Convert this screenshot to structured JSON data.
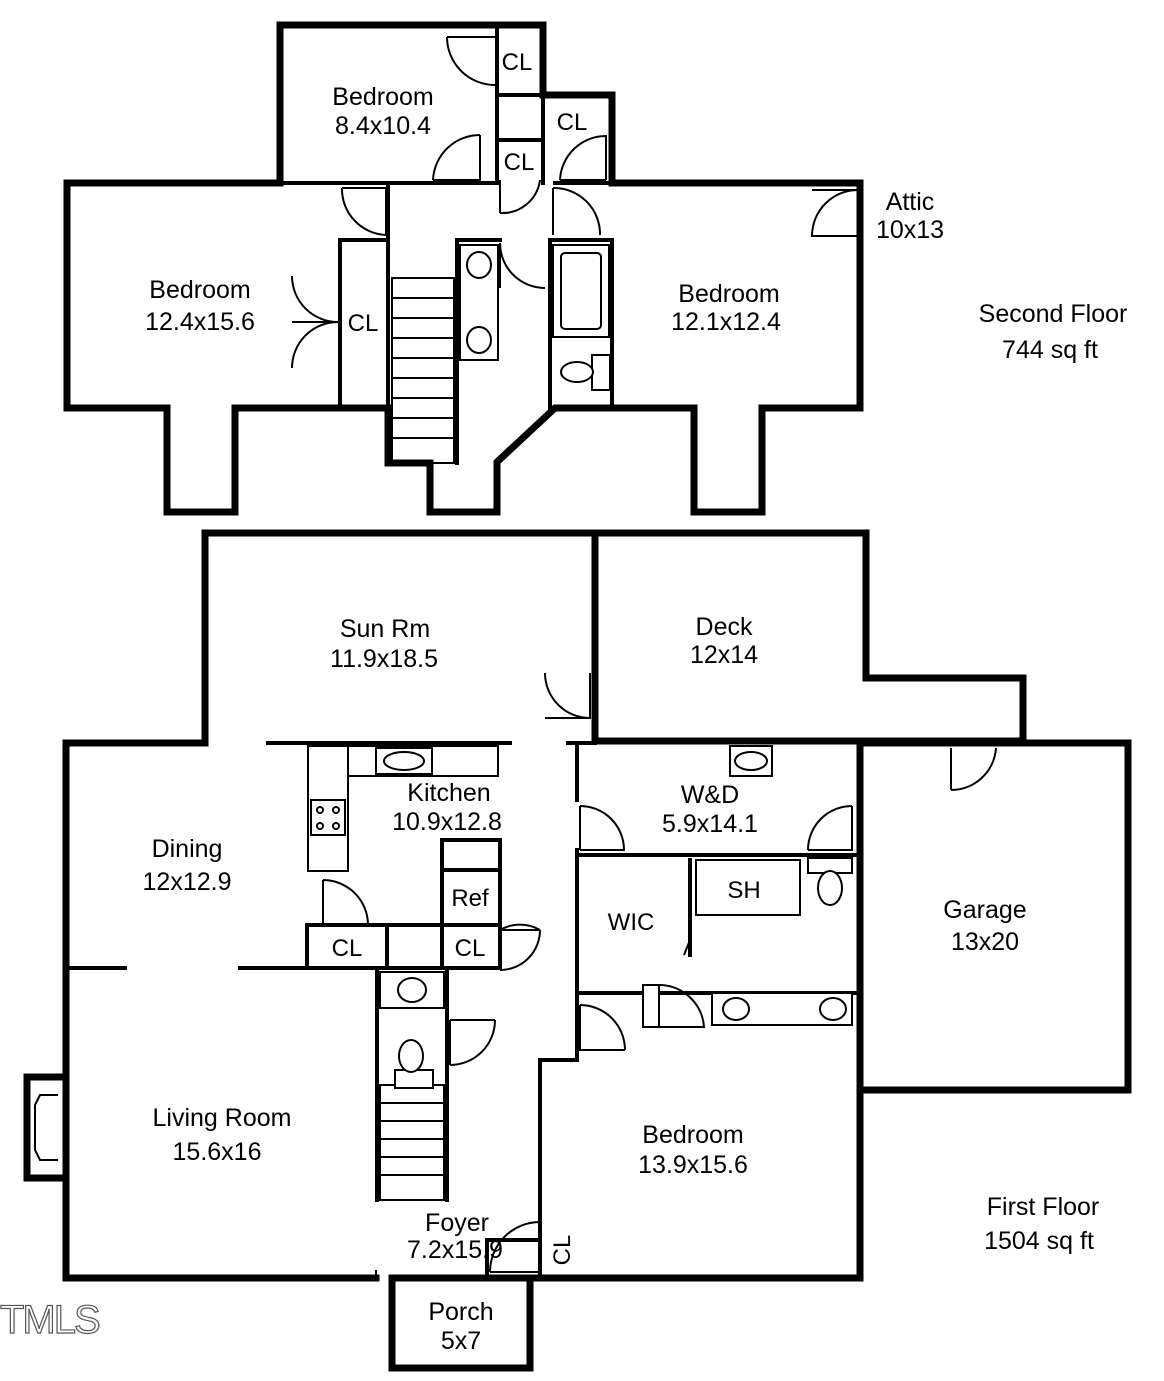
{
  "second_floor": {
    "title": "Second Floor",
    "area": "744 sq ft",
    "rooms": [
      {
        "id": "bedroom-a",
        "name": "Bedroom",
        "dims": "8.4x10.4"
      },
      {
        "id": "bedroom-b",
        "name": "Bedroom",
        "dims": "12.4x15.6"
      },
      {
        "id": "bedroom-c",
        "name": "Bedroom",
        "dims": "12.1x12.4"
      },
      {
        "id": "attic",
        "name": "Attic",
        "dims": "10x13"
      }
    ],
    "closets": [
      "CL",
      "CL",
      "CL",
      "CL"
    ]
  },
  "first_floor": {
    "title": "First Floor",
    "area": "1504 sq ft",
    "rooms": [
      {
        "id": "sun-room",
        "name": "Sun Rm",
        "dims": "11.9x18.5"
      },
      {
        "id": "deck",
        "name": "Deck",
        "dims": "12x14"
      },
      {
        "id": "kitchen",
        "name": "Kitchen",
        "dims": "10.9x12.8"
      },
      {
        "id": "laundry",
        "name": "W&D",
        "dims": "5.9x14.1"
      },
      {
        "id": "dining",
        "name": "Dining",
        "dims": "12x12.9"
      },
      {
        "id": "garage",
        "name": "Garage",
        "dims": "13x20"
      },
      {
        "id": "living-room",
        "name": "Living Room",
        "dims": "15.6x16"
      },
      {
        "id": "bedroom-d",
        "name": "Bedroom",
        "dims": "13.9x15.6"
      },
      {
        "id": "foyer",
        "name": "Foyer",
        "dims": "7.2x15.9"
      },
      {
        "id": "porch",
        "name": "Porch",
        "dims": "5x7"
      }
    ],
    "labels": {
      "ref": "Ref",
      "wic": "WIC",
      "sh": "SH",
      "cl": "CL"
    }
  },
  "watermark": "TMLS"
}
